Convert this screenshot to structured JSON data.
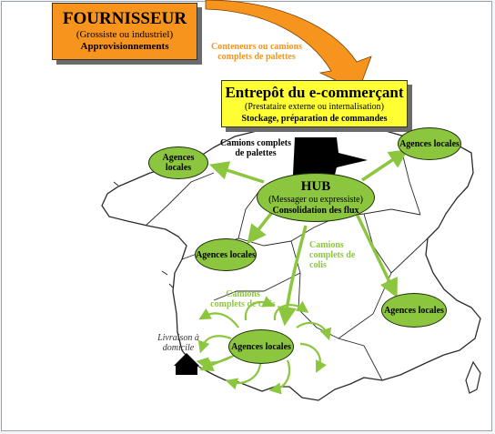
{
  "fournisseur": {
    "title": "FOURNISSEUR",
    "subtitle": "(Grossiste ou industriel)",
    "role": "Approvisionnements"
  },
  "flow_labels": {
    "supplier_to_warehouse": "Conteneurs ou camions complets de palettes",
    "warehouse_to_hub": "Camions complets de palettes",
    "hub_to_south": "Camions complets de colis",
    "local_distribution": "Camions complets de colis",
    "home_delivery": "Livraison à domicile"
  },
  "entrepot": {
    "title": "Entrepôt du e-commerçant",
    "subtitle": "(Prestataire externe ou internalisation)",
    "role": "Stockage, préparation de commandes"
  },
  "hub": {
    "title": "HUB",
    "subtitle": "(Messager ou expressiste)",
    "role": "Consolidation des flux"
  },
  "agences": {
    "nw": "Agences locales",
    "ne": "Agences locales",
    "w": "Agences locales",
    "se": "Agences locales",
    "sw": "Agences locales"
  },
  "colors": {
    "supplier_box": "#f7941d",
    "warehouse_box": "#ffff33",
    "agency_ellipse": "#8cc63f",
    "flow_arrow": "#8cc63f",
    "main_arrow": "#f7941d",
    "truck_arrow": "#000000"
  },
  "icons": {
    "house": "house-icon"
  }
}
